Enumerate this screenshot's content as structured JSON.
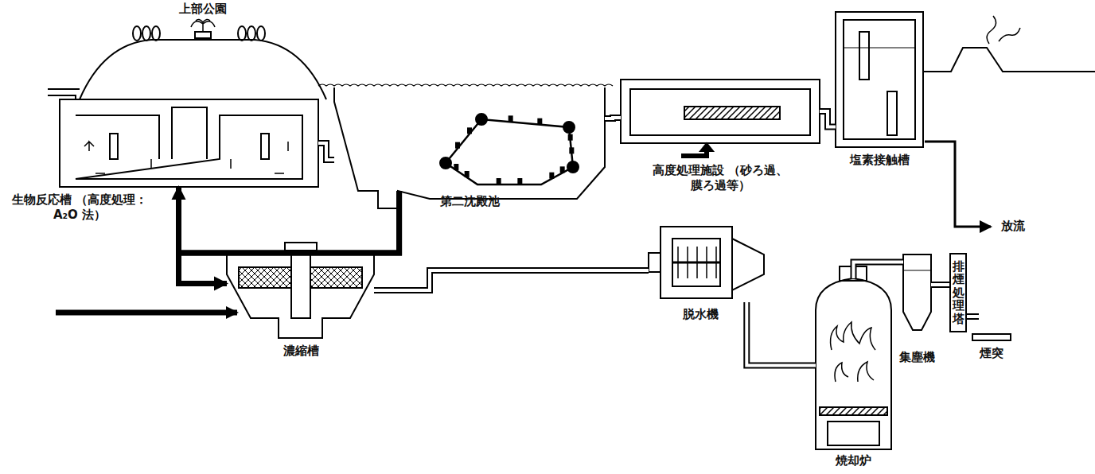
{
  "diagram": {
    "nodes": [
      {
        "text": [
          "生物反応槽 （高度処理：A₂O 法）"
        ]
      },
      {
        "text": [
          "第二沈殿池"
        ]
      },
      {
        "text": [
          "高度処理施設 （砂ろ過、膜ろ過等）"
        ]
      },
      {
        "text": [
          "塩素接触槽"
        ]
      },
      {
        "text": [
          "濃縮槽"
        ]
      },
      {
        "text": [
          "脱水機"
        ]
      },
      {
        "text": [
          "焼却炉"
        ]
      },
      {
        "text": [
          "集塵機"
        ]
      },
      {
        "text": [
          "排煙処理塔"
        ]
      },
      {
        "text": [
          "煙突"
        ]
      }
    ],
    "edges": [
      {
        "from": 0,
        "to": 1,
        "arrow": "none"
      },
      {
        "from": 1,
        "to": 2,
        "arrow": "none"
      },
      {
        "from": 2,
        "to": 3,
        "arrow": "none"
      },
      {
        "from": 1,
        "to": 0,
        "arrow": "to"
      },
      {
        "from": 1,
        "to": 4,
        "arrow": "to"
      },
      {
        "from": 4,
        "to": 5,
        "arrow": "none"
      },
      {
        "from": 5,
        "to": 6,
        "arrow": "none"
      },
      {
        "from": 6,
        "to": 7,
        "arrow": "none"
      },
      {
        "from": 7,
        "to": 8,
        "arrow": "none"
      },
      {
        "from": 8,
        "to": 9,
        "arrow": "none"
      }
    ],
    "labels": [
      "上部公園",
      "放流"
    ]
  }
}
